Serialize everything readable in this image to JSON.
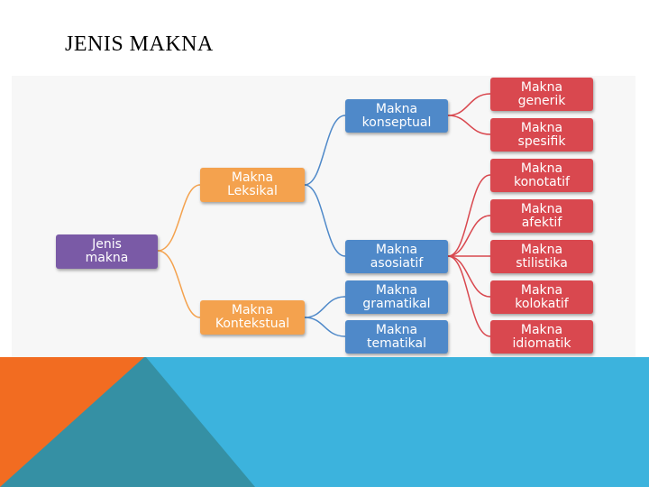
{
  "slide": {
    "title": "JENIS MAKNA"
  },
  "colors": {
    "root": "#7a5aa6",
    "level1": "#f4a24e",
    "level2": "#4f89c9",
    "level3": "#d9484f",
    "band_orange": "#f26c21",
    "band_teal": "#3590a4",
    "band_blue": "#3cb3dd"
  },
  "diagram": {
    "root": {
      "label": "Jenis\nmakna"
    },
    "leksikal": {
      "label": "Makna\nLeksikal"
    },
    "kontekstual": {
      "label": "Makna\nKontekstual"
    },
    "konseptual": {
      "label": "Makna\nkonseptual"
    },
    "asosiatif": {
      "label": "Makna\nasosiatif"
    },
    "gramatikal": {
      "label": "Makna\ngramatikal"
    },
    "tematikal": {
      "label": "Makna\ntematikal"
    },
    "generik": {
      "label": "Makna\ngenerik"
    },
    "spesifik": {
      "label": "Makna\nspesifik"
    },
    "konotatif": {
      "label": "Makna\nkonotatif"
    },
    "afektif": {
      "label": "Makna\nafektif"
    },
    "stilistika": {
      "label": "Makna\nstilistika"
    },
    "kolokatif": {
      "label": "Makna\nkolokatif"
    },
    "idiomatik": {
      "label": "Makna\nidiomatik"
    }
  }
}
